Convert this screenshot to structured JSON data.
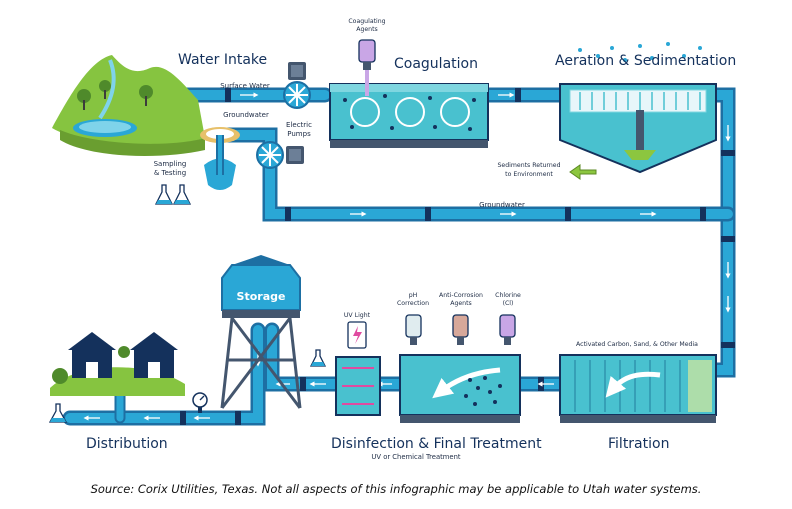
{
  "stages": {
    "water_intake": "Water Intake",
    "coagulation": "Coagulation",
    "aeration": "Aeration & Sedimentation",
    "filtration": "Filtration",
    "disinfection": "Disinfection & Final Treatment",
    "distribution": "Distribution"
  },
  "sublabels": {
    "disinfection_method": "UV or Chemical Treatment"
  },
  "labels": {
    "coagulating_agents": [
      "Coagulating",
      "Agents"
    ],
    "surface_water": "Surface Water",
    "groundwater_top": "Groundwater",
    "electric_pumps": [
      "Electric",
      "Pumps"
    ],
    "sampling_testing": [
      "Sampling",
      "& Testing"
    ],
    "sediments_returned": [
      "Sediments Returned",
      "to Environment"
    ],
    "groundwater_pipe": "Groundwater",
    "storage": "Storage",
    "uv_light": "UV Light",
    "ph_correction": [
      "pH",
      "Correction"
    ],
    "anti_corrosion": [
      "Anti-Corrosion",
      "Agents"
    ],
    "chlorine": [
      "Chlorine",
      "(Cl)"
    ],
    "filter_media": "Activated Carbon, Sand, & Other Media"
  },
  "colors": {
    "pipe": "#2aa7d6",
    "pipe_dark": "#1d6fa3",
    "tank_water": "#49c1cf",
    "navy": "#14315c",
    "grass": "#86c440",
    "arrow_green": "#8cc63f"
  },
  "caption": "Source: Corix Utilities, Texas. Not all aspects of this infographic may be applicable to Utah water systems."
}
